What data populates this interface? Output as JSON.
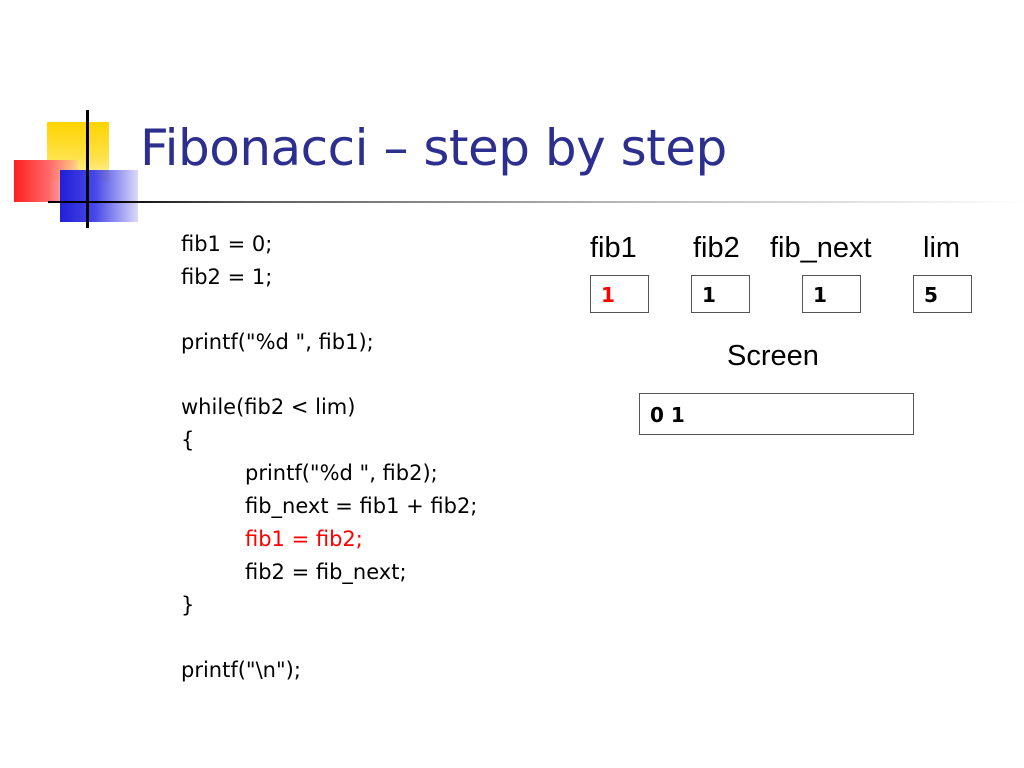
{
  "slide": {
    "title": "Fibonacci – step by step"
  },
  "code": {
    "lines": [
      "fib1 = 0;",
      "fib2 = 1;",
      "",
      "printf(\"%d \", fib1);",
      "",
      "while(fib2 < lim)",
      "{",
      "printf(\"%d \", fib2);",
      "fib_next = fib1 + fib2;",
      "fib1 = fib2;",
      "fib2 = fib_next;",
      "}",
      "",
      "printf(\"\\n\");"
    ],
    "highlight_color": "#ff0000"
  },
  "variables": [
    {
      "name": "fib1",
      "value": "1",
      "value_color": "#ff0000"
    },
    {
      "name": "fib2",
      "value": "1",
      "value_color": "#000000"
    },
    {
      "name": "fib_next",
      "value": "1",
      "value_color": "#000000"
    },
    {
      "name": "lim",
      "value": "5",
      "value_color": "#000000"
    }
  ],
  "screen": {
    "label": "Screen",
    "output": "0 1"
  },
  "colors": {
    "title": "#2d2f8f",
    "logo_yellow": "#ffd400",
    "logo_red": "#ff2020",
    "logo_blue": "#2020d8"
  }
}
